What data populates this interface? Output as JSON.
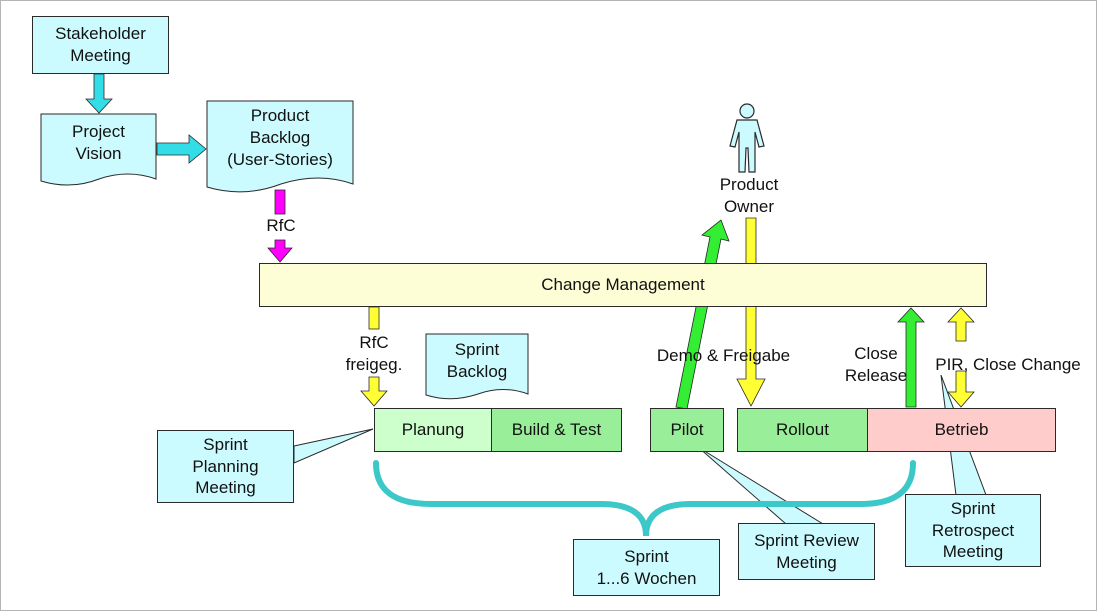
{
  "nodes": {
    "stakeholder_meeting": "Stakeholder\nMeeting",
    "project_vision": "Project\nVision",
    "product_backlog": "Product\nBacklog\n(User-Stories)",
    "sprint_backlog": "Sprint\nBacklog",
    "change_management": "Change Management",
    "product_owner": "Product\nOwner"
  },
  "phases": {
    "planung": "Planung",
    "build_test": "Build & Test",
    "pilot": "Pilot",
    "rollout": "Rollout",
    "betrieb": "Betrieb"
  },
  "callouts": {
    "sprint_planning": "Sprint\nPlanning\nMeeting",
    "sprint_review": "Sprint Review\nMeeting",
    "sprint_retrospect": "Sprint\nRetrospect\nMeeting",
    "sprint_duration": "Sprint\n1...6 Wochen"
  },
  "labels": {
    "rfc": "RfC",
    "rfc_freigeg": "RfC\nfreigeg.",
    "demo_freigabe": "Demo & Freigabe",
    "close_release": "Close\nRelease",
    "pir_close_change": "PIR, Close Change"
  },
  "colors": {
    "cyan_fill": "#ccfbff",
    "cyan_arrow": "#33dde8",
    "magenta_arrow": "#ff00ff",
    "yellow_arrow": "#ffff33",
    "green_arrow": "#33ee33",
    "change_mgmt_fill": "#fdfdd6",
    "phase_light_green": "#ccffcc",
    "phase_green": "#99ee99",
    "phase_pink": "#ffcccc",
    "brace": "#3cc8c8"
  }
}
